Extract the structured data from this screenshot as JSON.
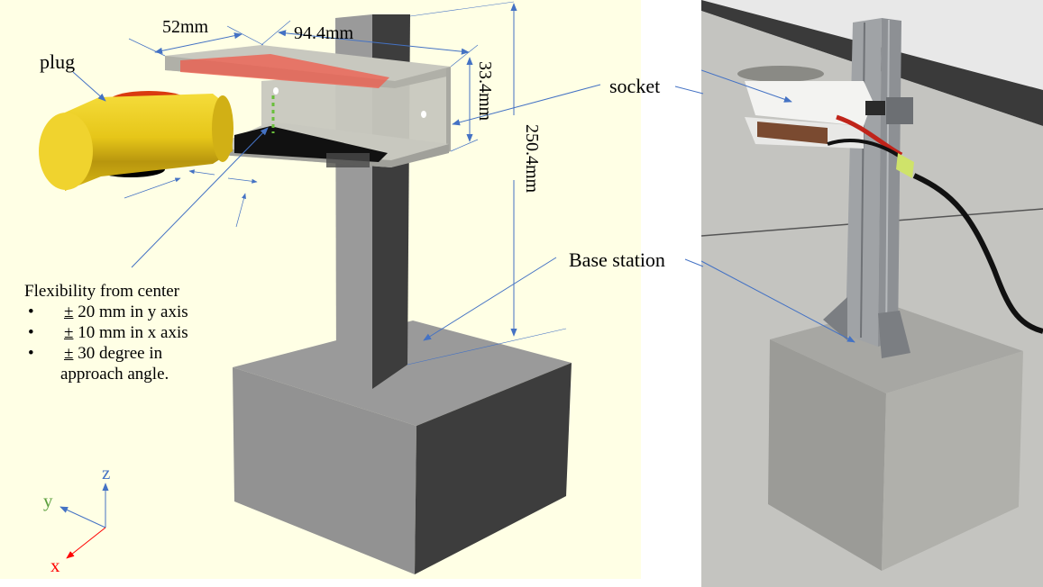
{
  "figure": {
    "cad_panel": {
      "background": "#ffffe5",
      "dimensions": {
        "width_top": "52mm",
        "length_top": "94.4mm",
        "socket_height": "33.4mm",
        "overall_height": "250.4mm"
      },
      "labels": {
        "plug": "plug",
        "socket": "socket",
        "base_station": "Base station"
      },
      "flexibility_note": {
        "title": "Flexibility from center",
        "items": [
          {
            "symbol": "±",
            "text": " 20 mm in y axis"
          },
          {
            "symbol": "±",
            "text": " 10 mm in x axis"
          },
          {
            "symbol": "±",
            "text": " 30 degree in"
          }
        ],
        "continuation": "approach angle.",
        "bullet": "•"
      },
      "axes": {
        "x": {
          "label": "x",
          "color": "#ff0000"
        },
        "y": {
          "label": "y",
          "color": "#5a9e3c"
        },
        "z": {
          "label": "z",
          "color": "#4472c4"
        }
      },
      "colors": {
        "annotation": "#4472c4",
        "plug": "#e6c619",
        "contact_pad": "#f05a4a",
        "part_light": "#9a9a9a",
        "part_dark": "#3d3d3d",
        "bracket": "#c8c8bf"
      }
    },
    "photo_panel": {
      "description": "photo of physical base station with socket on aluminum extrusion post and metal block base"
    }
  }
}
